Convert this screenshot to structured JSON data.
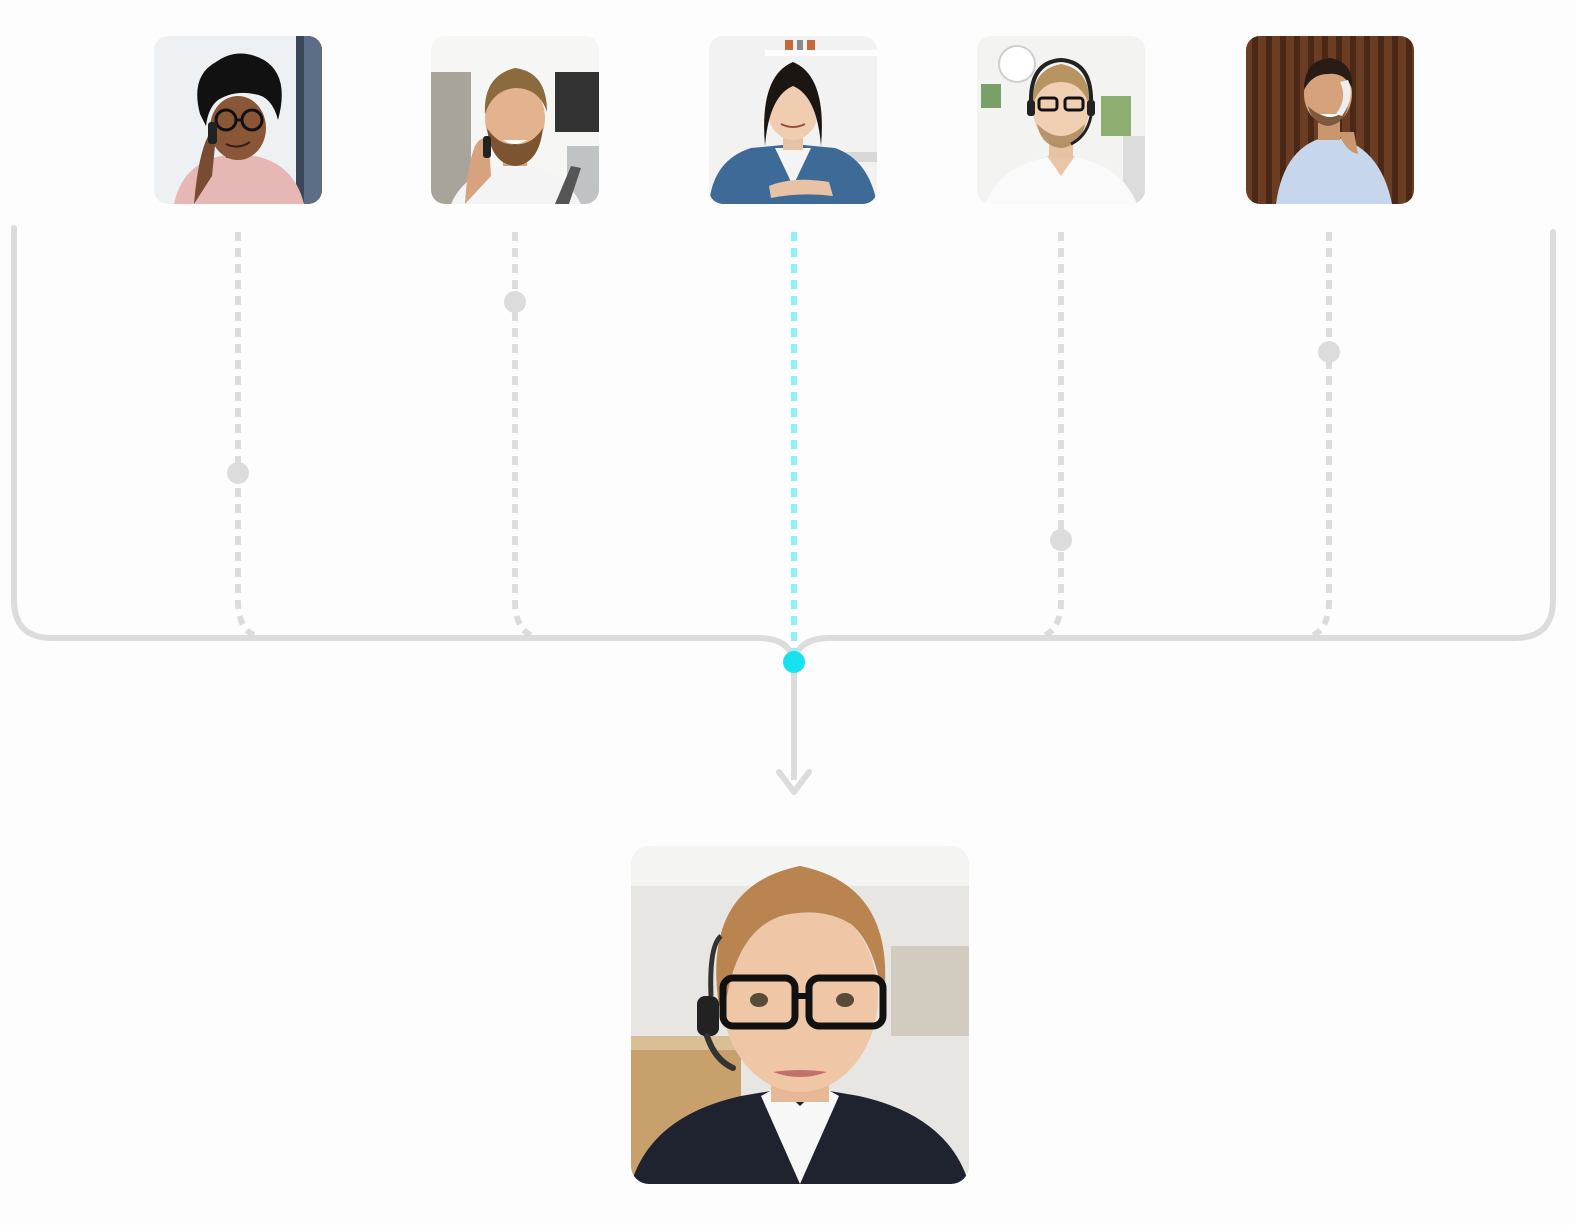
{
  "colors": {
    "line_gray": "#dcdcdc",
    "accent_cyan": "#17e3f0",
    "background": "#fdfdfd"
  },
  "callers": [
    {
      "name": "caller-woman-curly-hair-phone",
      "icon": "person-on-phone",
      "active": false
    },
    {
      "name": "caller-man-beard-phone",
      "icon": "person-on-phone",
      "active": false
    },
    {
      "name": "caller-woman-laptop",
      "icon": "person-at-desk",
      "active": true
    },
    {
      "name": "caller-man-headset",
      "icon": "person-with-headset",
      "active": false
    },
    {
      "name": "caller-man-desk-phone",
      "icon": "person-on-phone",
      "active": false
    }
  ],
  "agent": {
    "name": "agent-woman-headset",
    "icon": "person-with-headset"
  }
}
